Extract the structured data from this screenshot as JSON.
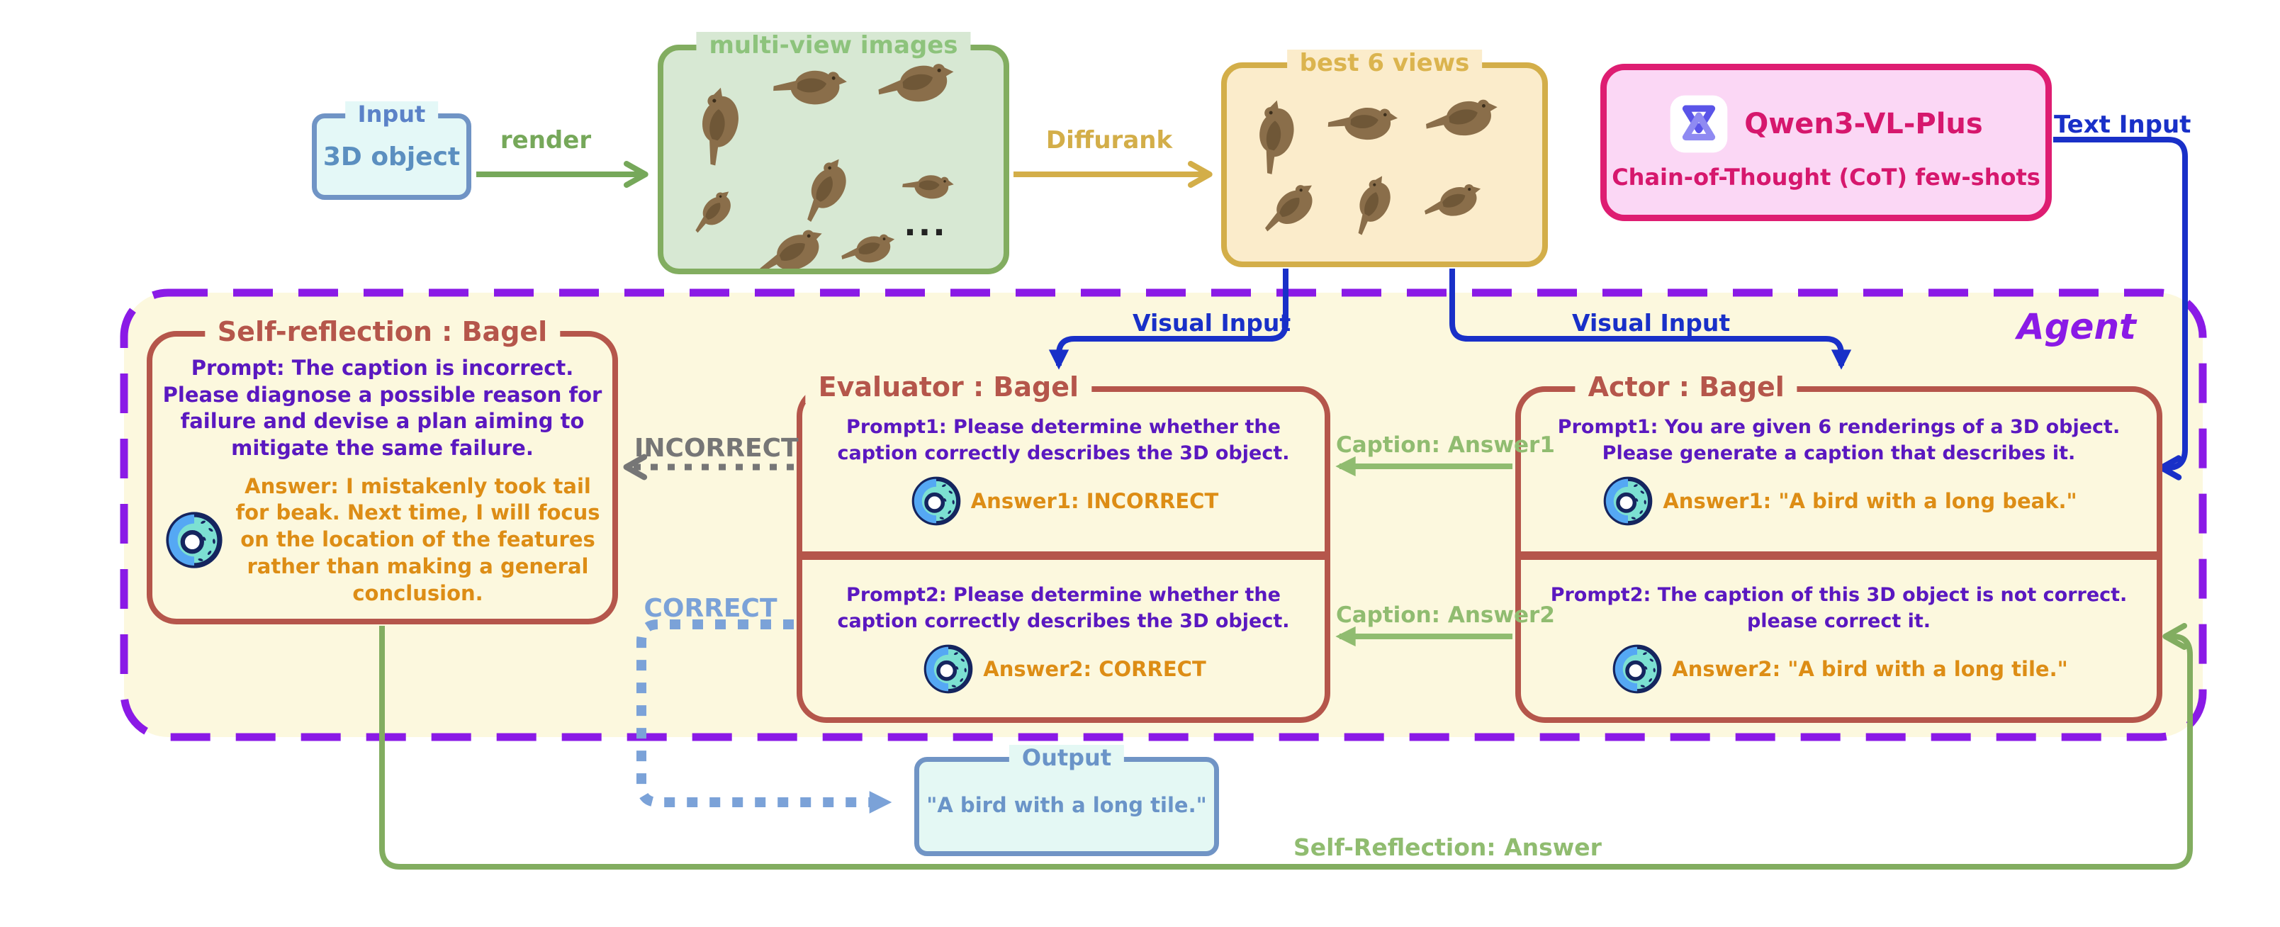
{
  "colors": {
    "deep_blue_arrow": "#1930c8",
    "steel_blue_border": "#7094c5",
    "steel_blue_text": "#6a94c8",
    "light_cyan_fill": "#e4f8f7",
    "green_border": "#82ad60",
    "green_label": "#76a85a",
    "caption_green": "#90bc70",
    "light_green_fill": "#d7e8d3",
    "gold": "#d3ae49",
    "light_gold_fill": "#fbeccb",
    "crimson": "#de1d72",
    "pink_fill": "#fbd7f5",
    "agent_purple": "#8a1ae6",
    "cream_fill": "#fcf8de",
    "box_brown": "#b5564b",
    "prompt_purple": "#5a18c0",
    "answer_orange": "#dd8d15",
    "incorrect_gray": "#767676",
    "correct_blue": "#7ba2d8",
    "bird_brown": "#8a6e4a"
  },
  "input_box": {
    "title": "Input",
    "text": "3D object"
  },
  "multiview_box": {
    "title": "multi-view images",
    "ellipsis": "...",
    "bird_count": 8
  },
  "best6_box": {
    "title": "best 6 views",
    "bird_count": 6
  },
  "qwen_box": {
    "model": "Qwen3-VL-Plus",
    "subtitle": "Chain-of-Thought (CoT) few-shots"
  },
  "agent": {
    "label": "Agent"
  },
  "flow_labels": {
    "render": "render",
    "diffurank": "Diffurank",
    "text_input": "Text Input",
    "visual_input_left": "Visual Input",
    "visual_input_right": "Visual Input",
    "caption_answer1": "Caption: Answer1",
    "caption_answer2": "Caption: Answer2",
    "incorrect": "INCORRECT",
    "correct": "CORRECT",
    "self_reflection_answer": "Self-Reflection: Answer"
  },
  "self_reflection_box": {
    "title": "Self-reflection : Bagel",
    "prompt": "Prompt: The caption is incorrect. Please diagnose a possible reason for failure and devise a plan aiming to mitigate the same failure.",
    "answer": "Answer: I mistakenly took tail for beak. Next time, I will focus on the location of the features rather than making a general conclusion."
  },
  "evaluator_box": {
    "title": "Evaluator : Bagel",
    "cells": [
      {
        "prompt": "Prompt1: Please determine whether the caption correctly describes the 3D object.",
        "answer": "Answer1: INCORRECT"
      },
      {
        "prompt": "Prompt2: Please determine whether the caption correctly describes the 3D object.",
        "answer": "Answer2: CORRECT"
      }
    ]
  },
  "actor_box": {
    "title": "Actor : Bagel",
    "cells": [
      {
        "prompt": "Prompt1: You are given 6 renderings of a 3D object. Please generate a caption that describes it.",
        "answer": "Answer1: \"A bird with a long beak.\""
      },
      {
        "prompt": "Prompt2: The caption of this 3D object is not correct. please correct it.",
        "answer": "Answer2: \"A bird with a long tile.\""
      }
    ]
  },
  "output_box": {
    "title": "Output",
    "text": "\"A bird with a long tile.\""
  }
}
